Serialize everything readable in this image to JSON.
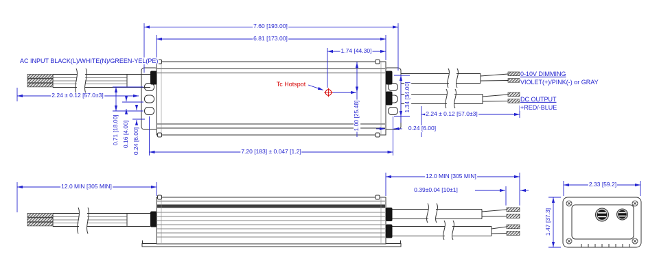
{
  "colors": {
    "dimension": "#2323cf",
    "callout_red": "#d40000",
    "line_ink": "#333333"
  },
  "labels": {
    "ac_input": "AC INPUT BLACK(L)/WHITE(N)/GREEN-YEL(PE)",
    "tc_hotspot": "Tc Hotspot",
    "dimming_line1": "0-10V DIMMING",
    "dimming_line2": "VIOLET(+)/PINK(-) or GRAY",
    "dc_line1": "DC OUTPUT",
    "dc_line2": "+RED/-BLUE"
  },
  "dimensions": {
    "overall_length": "7.60 [193.00]",
    "body_length": "6.81 [173.00]",
    "hotspot_from_end": "1.74 [44.30]",
    "hotspot_from_edge": "1.00 [25.48]",
    "ac_strip_length": "2.24 ± 0.12 [57.0±3]",
    "output_strip_length": "2.24 ± 0.12 [57.0±3]",
    "gland_span": "1.34 [34.00]",
    "slot_offset_right": "0.24 [6.00]",
    "slot_span": "0.71 [18.00]",
    "slot_width": "0.16 [4.00]",
    "slot_offset_left": "0.24 [6.00]",
    "mounting_pitch": "7.20 [183] ± 0.047 [1.2]",
    "lead_min_left": "12.0 MIN [305 MIN]",
    "lead_min_right": "12.0 MIN [305 MIN]",
    "wire_strip": "0.39±0.04 [10±1]",
    "end_width": "2.33 [59.2]",
    "end_height": "1.47 [37.3]"
  }
}
